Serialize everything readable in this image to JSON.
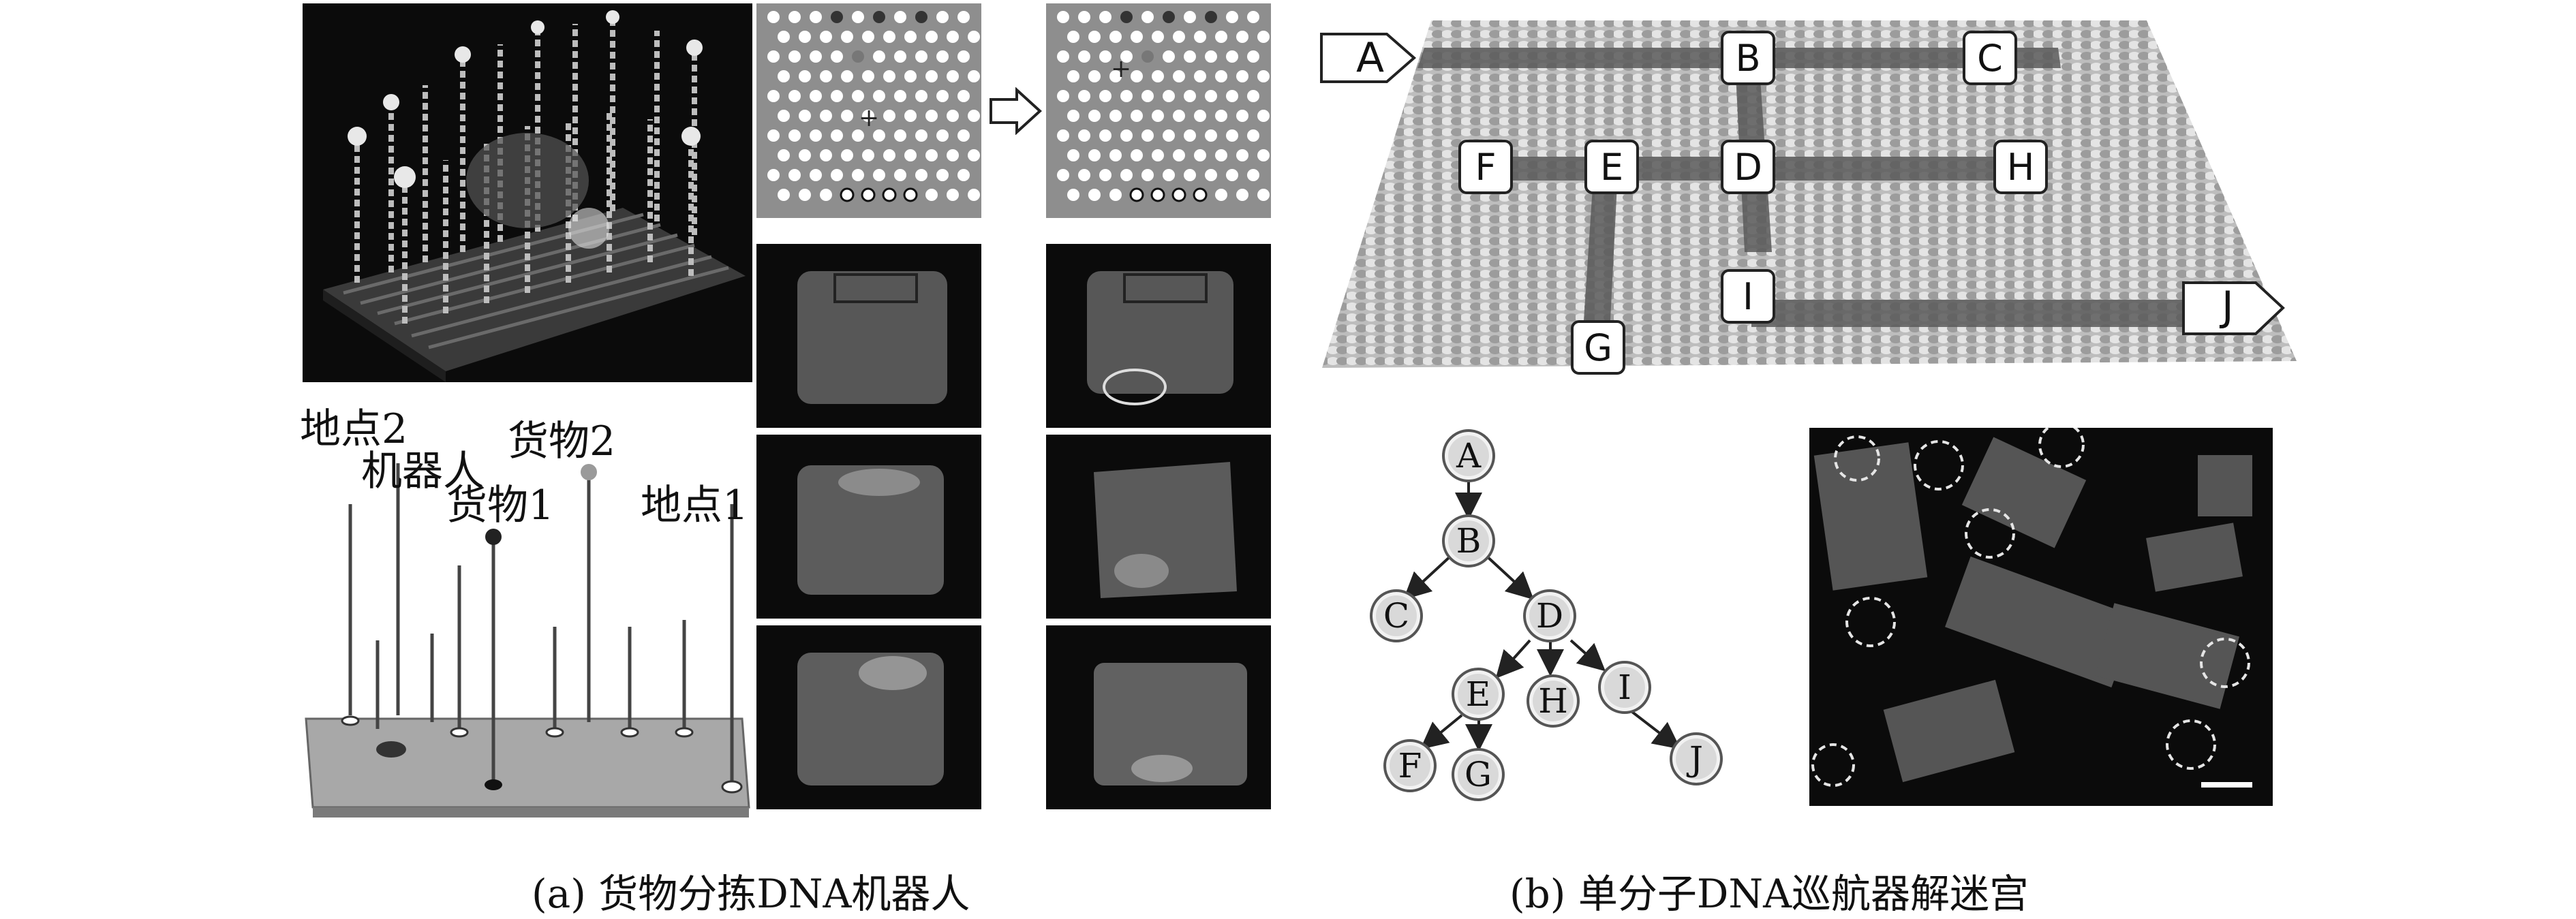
{
  "panel_a": {
    "caption": "(a) 货物分拣DNA机器人",
    "labels": {
      "site2": "地点2",
      "robot": "机器人",
      "cargo2": "货物2",
      "cargo1": "货物1",
      "site1": "地点1"
    }
  },
  "panel_b": {
    "caption": "(b) 单分子DNA巡航器解迷宫",
    "maze_nodes": [
      "A",
      "B",
      "C",
      "F",
      "E",
      "D",
      "H",
      "I",
      "J",
      "G"
    ],
    "tree_nodes": [
      "A",
      "B",
      "C",
      "D",
      "E",
      "H",
      "I",
      "F",
      "G",
      "J"
    ]
  }
}
